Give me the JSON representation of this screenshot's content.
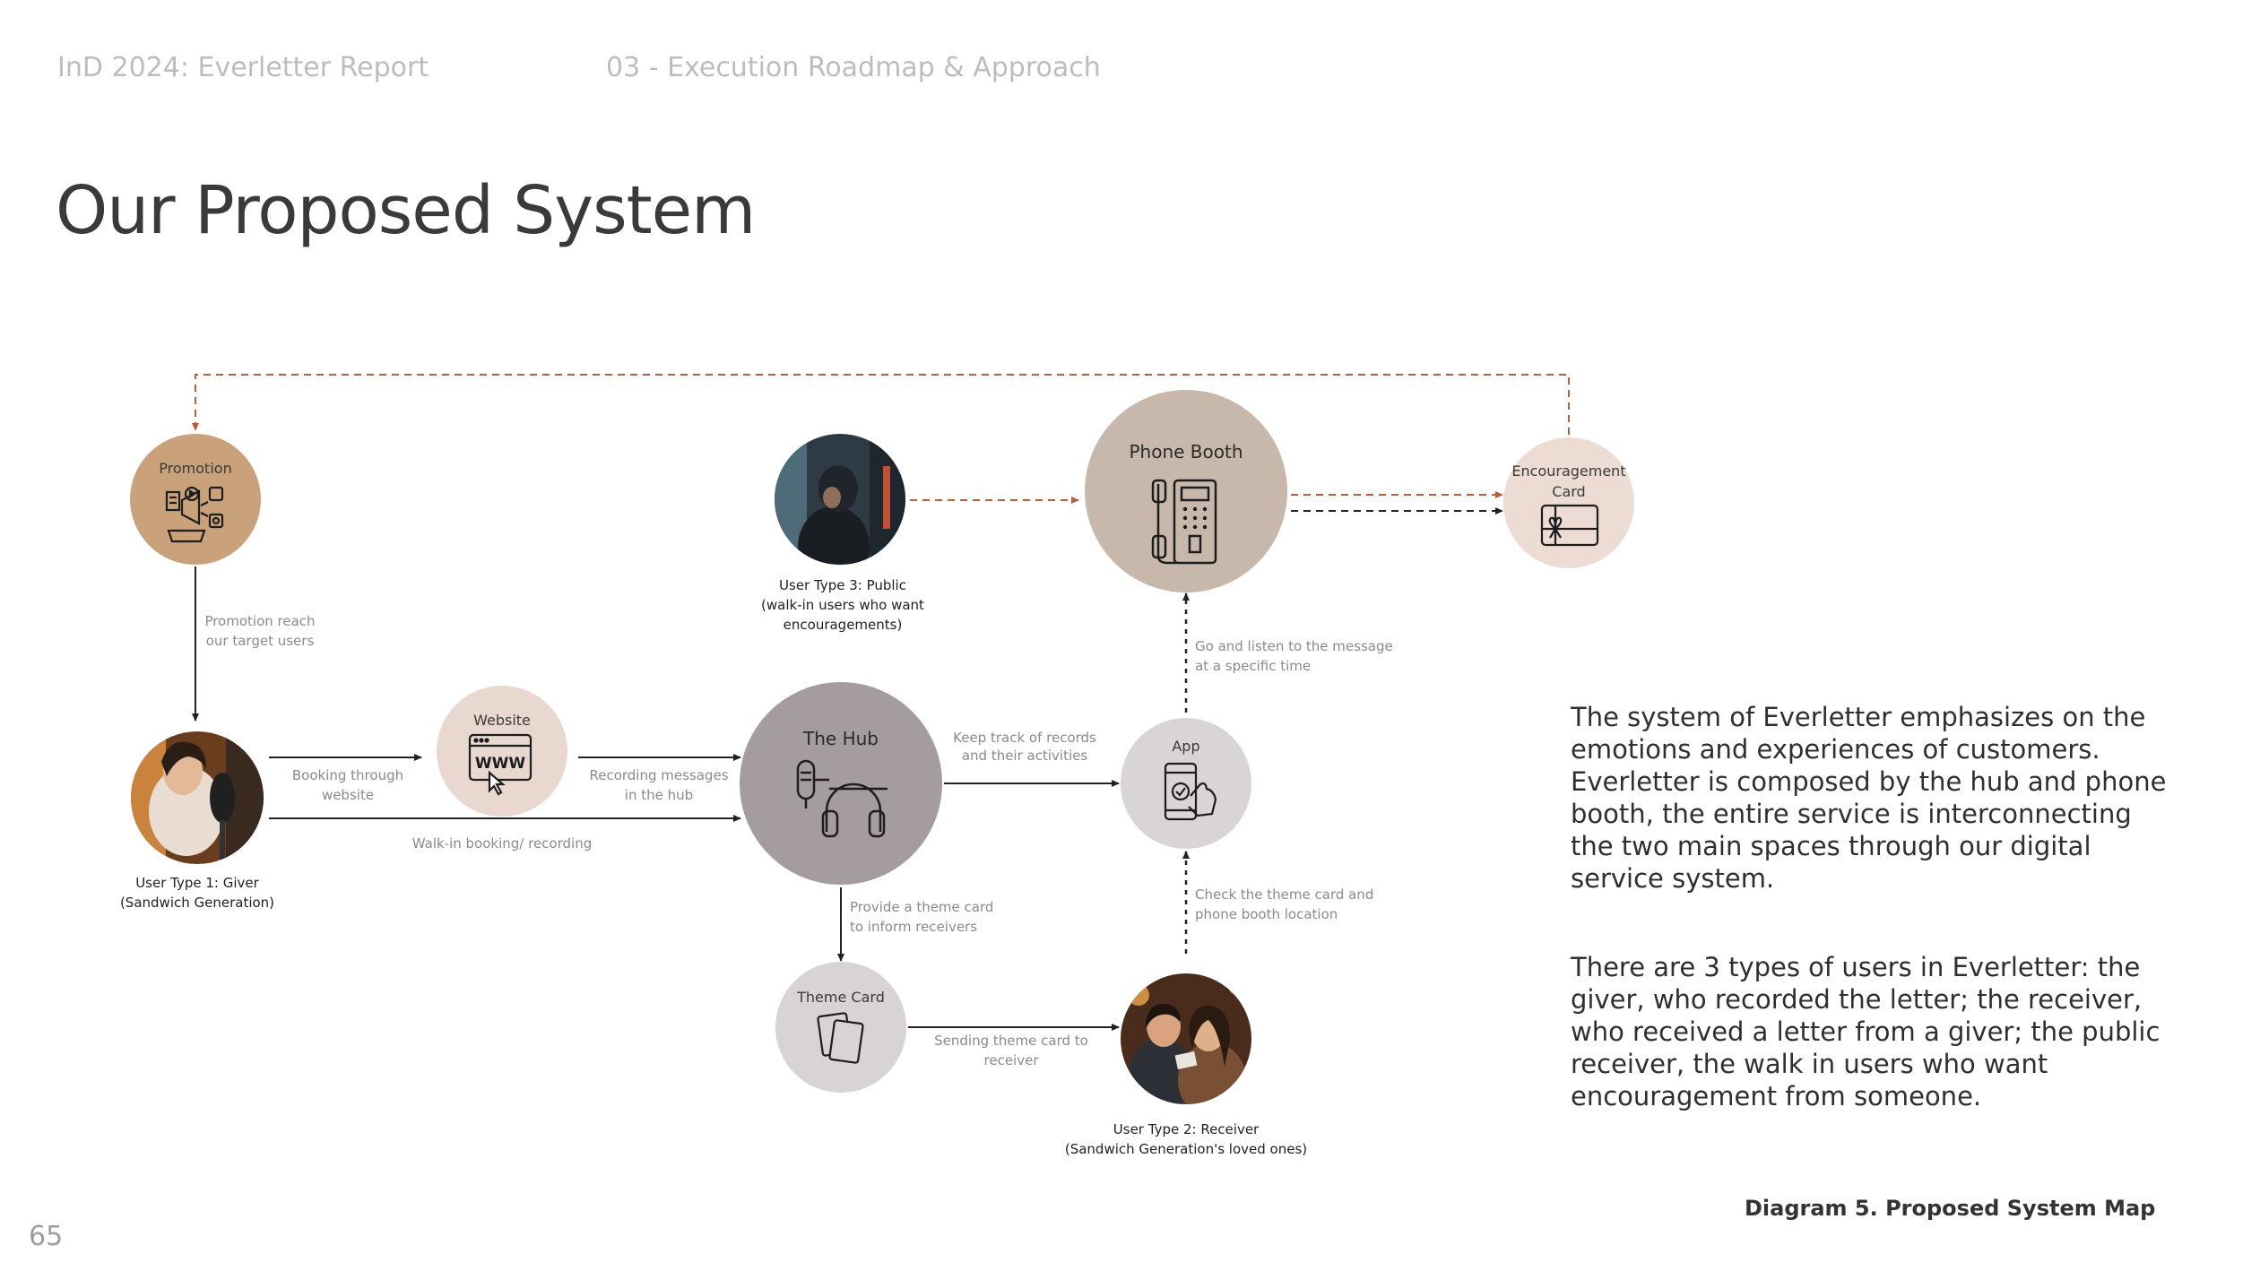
{
  "header": {
    "report": "InD 2024: Everletter Report",
    "section": "03 - Execution Roadmap & Approach"
  },
  "page_title": "Our Proposed System",
  "page_number": "65",
  "caption": "Diagram 5. Proposed System Map",
  "paragraphs": [
    "The system of Everletter emphasizes on the emotions and experiences of customers. Everletter is  composed by the hub and phone booth, the entire service is interconnecting the two main spaces through our digital service system.",
    "There are 3 types of users in Everletter: the giver, who recorded the letter; the receiver, who received a letter from a giver; the public receiver, the walk in users who want encouragement from someone."
  ],
  "nodes": {
    "promotion": "Promotion",
    "website": "Website",
    "hub": "The Hub",
    "phone_booth": "Phone Booth",
    "encouragement_card": [
      "Encouragement",
      "Card"
    ],
    "app": "App",
    "theme_card": "Theme Card"
  },
  "users": {
    "giver": [
      "User Type 1: Giver",
      "(Sandwich Generation)"
    ],
    "receiver": [
      "User Type 2: Receiver",
      "(Sandwich Generation's loved ones)"
    ],
    "public": [
      "User Type 3: Public",
      "(walk-in users who want",
      "encouragements)"
    ]
  },
  "edges": {
    "promotion_reach": [
      "Promotion reach",
      "our target users"
    ],
    "booking_website": [
      "Booking through",
      "website"
    ],
    "recording_hub": [
      "Recording messages",
      "in the hub"
    ],
    "walk_in": "Walk-in booking/ recording",
    "keep_track": [
      "Keep track of records",
      "and their activities"
    ],
    "go_listen": [
      "Go and listen to the message",
      "at a specific time"
    ],
    "check_theme": [
      "Check the theme card and",
      "phone booth location"
    ],
    "provide_theme": [
      "Provide a theme card",
      "to inform receivers"
    ],
    "sending_theme": [
      "Sending theme card to",
      "receiver"
    ]
  },
  "colors": {
    "promotion": "#c9a27c",
    "website": "#e9d8cf",
    "hub": "#a59c9f",
    "phone_booth": "#c7b8ab",
    "encouragement": "#ecdcd3",
    "app": "#d9d4d5",
    "theme_card": "#d8d4d5",
    "dashed_accent": "#b2603e",
    "line": "#222222",
    "icon": "#1d1d1d"
  }
}
